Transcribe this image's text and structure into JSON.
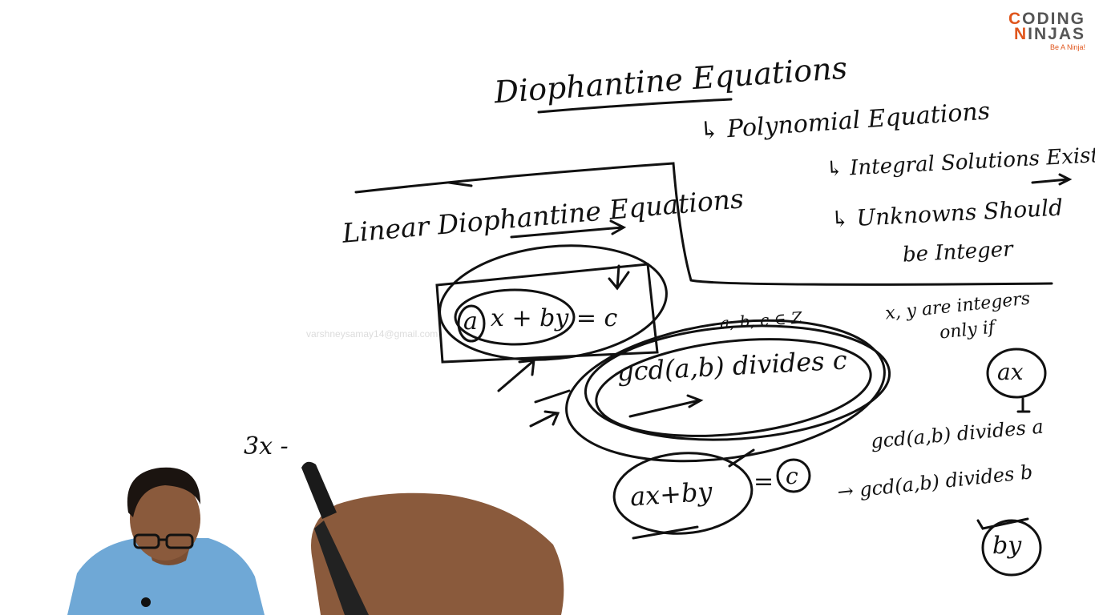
{
  "logo": {
    "line1_accent": "C",
    "line1_rest": "ODING",
    "line2_accent": "N",
    "line2_rest": "INJAS",
    "tagline": "Be A Ninja!"
  },
  "watermark": "varshneysamay14@gmail.com",
  "board": {
    "title": "Diophantine Equations",
    "note_polynomial": "↳ Polynomial Equations",
    "note_integral": "↳ Integral Solutions Exist",
    "note_unknowns_1": "↳ Unknowns Should",
    "note_unknowns_2": "be Integer",
    "linear_title": "Linear Diophantine Equations",
    "equation_a": "a",
    "equation_rest": "x + by = c",
    "set_note": "a, b, c ∈ Z",
    "gcd_statement": "gcd(a,b) divides c",
    "xy_note_1": "x, y are integers",
    "xy_note_2": "only if",
    "ax_label": "ax",
    "gcd_divides_a": "gcd(a,b) divides a",
    "gcd_divides_b": "→ gcd(a,b) divides b",
    "by_label": "by",
    "axby_label": "ax+by",
    "equals": "=",
    "c_label": "c",
    "bottom_left": "3x -"
  },
  "colors": {
    "ink": "#111111",
    "logo_accent": "#e0561d",
    "logo_grey": "#555555",
    "shirt": "#6fa8d6",
    "skin": "#8a5a3c",
    "hair": "#1b1410"
  },
  "icons": {
    "logo": "coding-ninjas-logo"
  }
}
